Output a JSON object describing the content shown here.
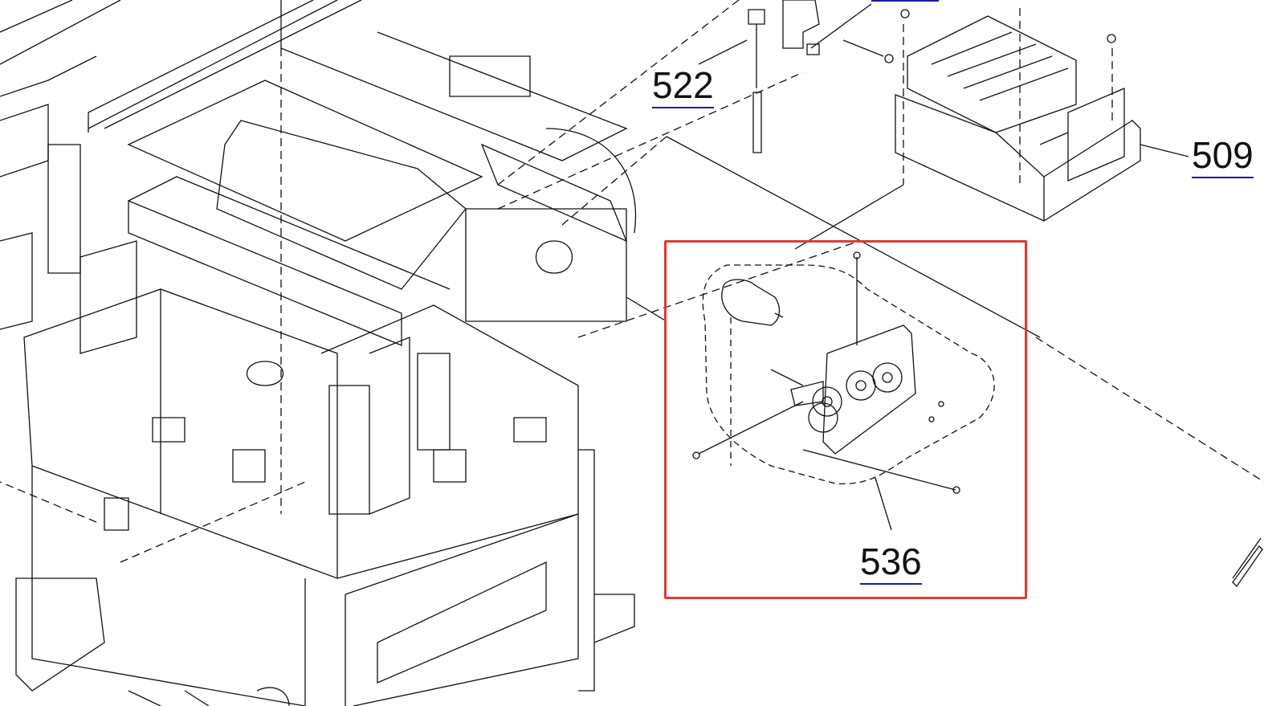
{
  "diagram": {
    "callouts": [
      {
        "id": "522",
        "label": "522"
      },
      {
        "id": "509",
        "label": "509"
      },
      {
        "id": "536",
        "label": "536"
      }
    ],
    "highlighted_callout": "536",
    "colors": {
      "highlight": "#e03a32",
      "link_underline": "#1a1aa8",
      "lines": "#111111"
    }
  }
}
